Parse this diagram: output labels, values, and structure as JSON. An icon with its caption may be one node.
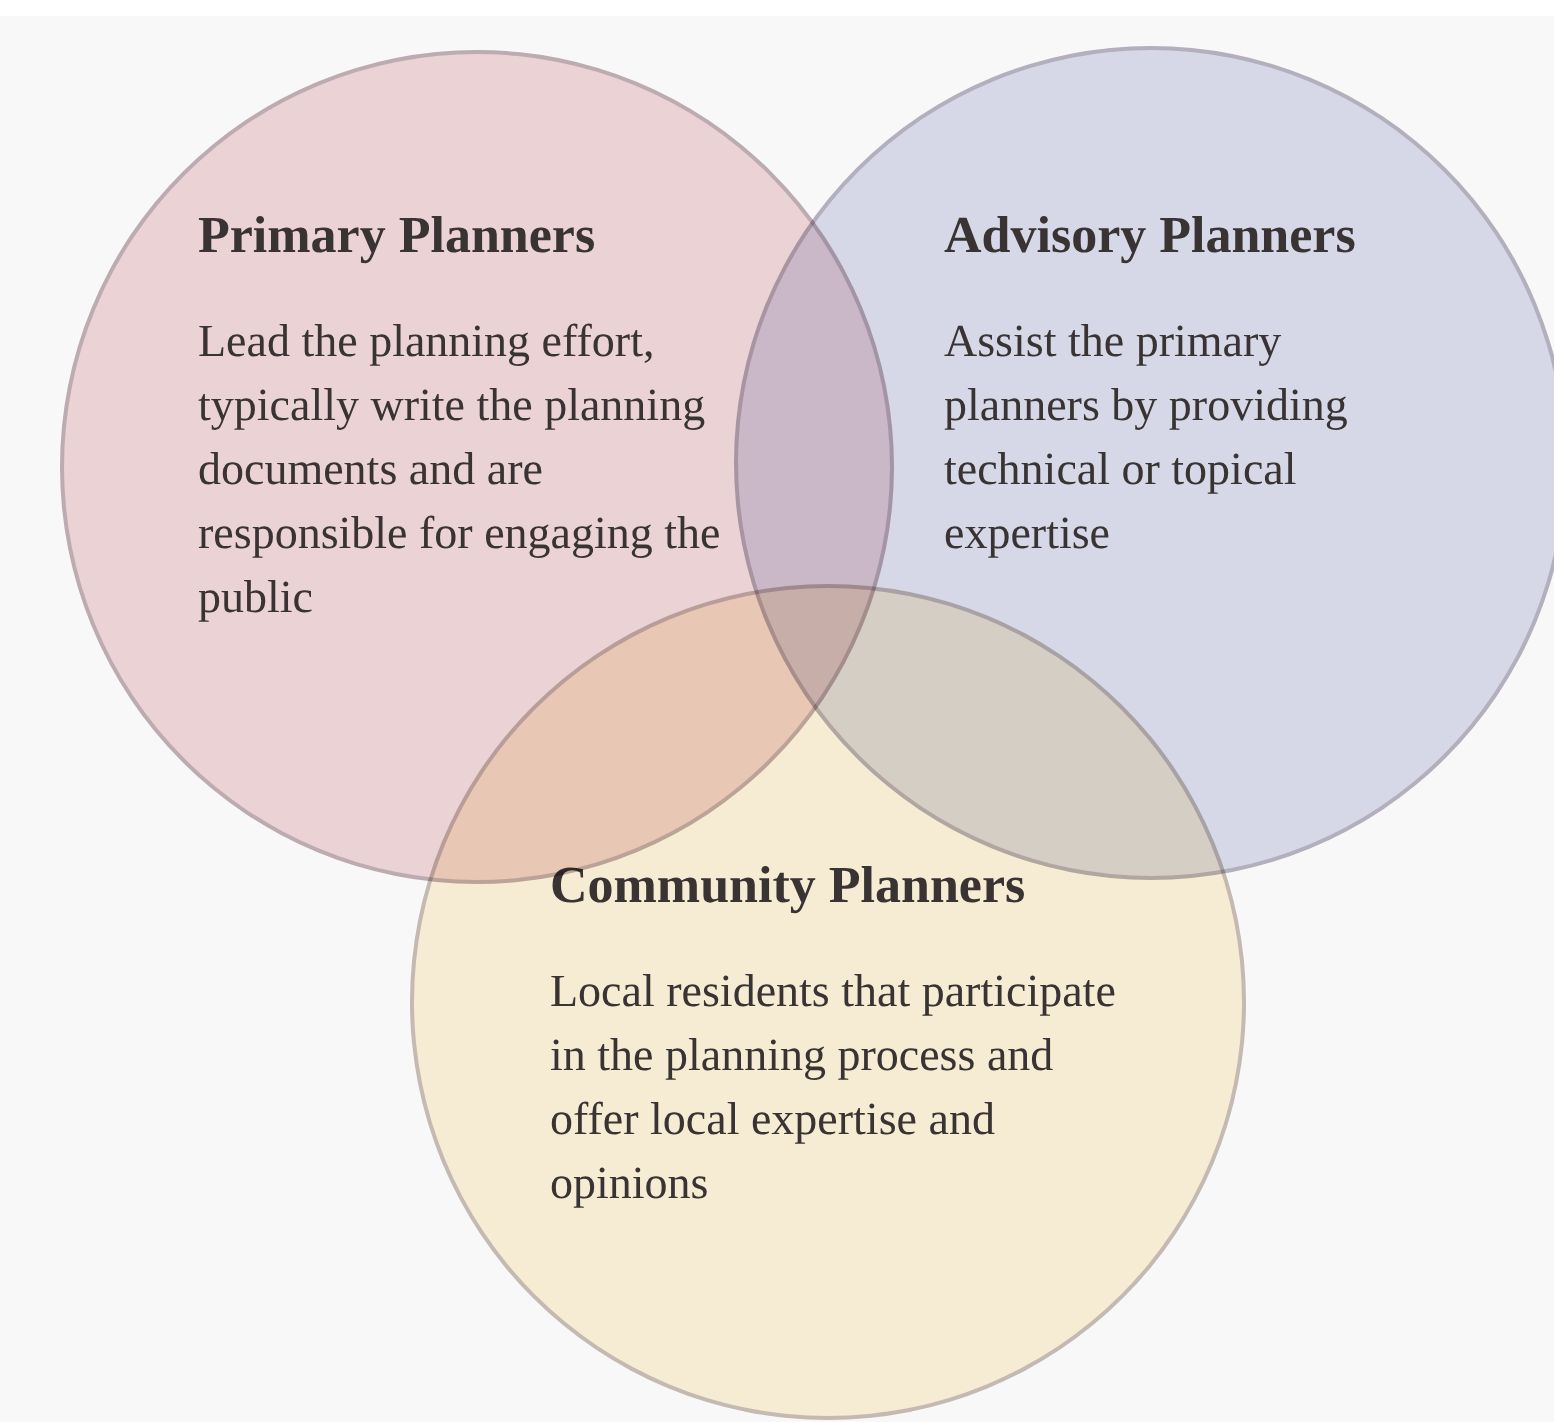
{
  "diagram": {
    "nodes": [
      {
        "text": [
          "Primary Planners",
          "Lead the planning effort, typically write the planning documents and are responsible for engaging the public"
        ]
      },
      {
        "text": [
          "Advisory Planners",
          "Assist the primary planners by providing technical or topical expertise"
        ]
      },
      {
        "text": [
          "Community Planners",
          "Local residents that participate in the planning process and offer local expertise and opinions"
        ]
      }
    ]
  }
}
